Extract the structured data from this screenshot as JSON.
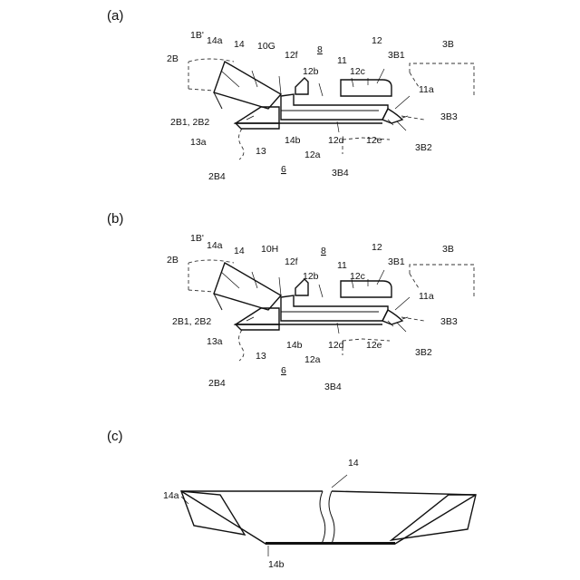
{
  "panels": [
    {
      "key": "a",
      "label": "(a)",
      "labels": {
        "l1B": "1B'",
        "l2B": "2B",
        "l14a": "14a",
        "l14": "14",
        "lVar": "10G",
        "l8": "8",
        "l12": "12",
        "l3B1": "3B1",
        "l3B": "3B",
        "l12f": "12f",
        "l12b": "12b",
        "l11": "11",
        "l12c": "12c",
        "l11a": "11a",
        "l2B1": "2B1, 2B2",
        "l3B3": "3B3",
        "l13a": "13a",
        "l13": "13",
        "l14b": "14b",
        "l12a": "12a",
        "l12d": "12d",
        "l12e": "12e",
        "l3B2": "3B2",
        "l6": "6",
        "l3B4": "3B4",
        "l2B4": "2B4"
      }
    },
    {
      "key": "b",
      "label": "(b)",
      "labels": {
        "l1B": "1B'",
        "l2B": "2B",
        "l14a": "14a",
        "l14": "14",
        "lVar": "10H",
        "l8": "8",
        "l12": "12",
        "l3B1": "3B1",
        "l3B": "3B",
        "l12f": "12f",
        "l12b": "12b",
        "l11": "11",
        "l12c": "12c",
        "l11a": "11a",
        "l2B1": "2B1, 2B2",
        "l3B3": "3B3",
        "l13a": "13a",
        "l13": "13",
        "l14b": "14b",
        "l12a": "12a",
        "l12d": "12d",
        "l12e": "12e",
        "l3B2": "3B2",
        "l6": "6",
        "l3B4": "3B4",
        "l2B4": "2B4"
      }
    }
  ],
  "panel_c": {
    "label": "(c)",
    "l14": "14",
    "l14a": "14a",
    "l14b": "14b"
  }
}
